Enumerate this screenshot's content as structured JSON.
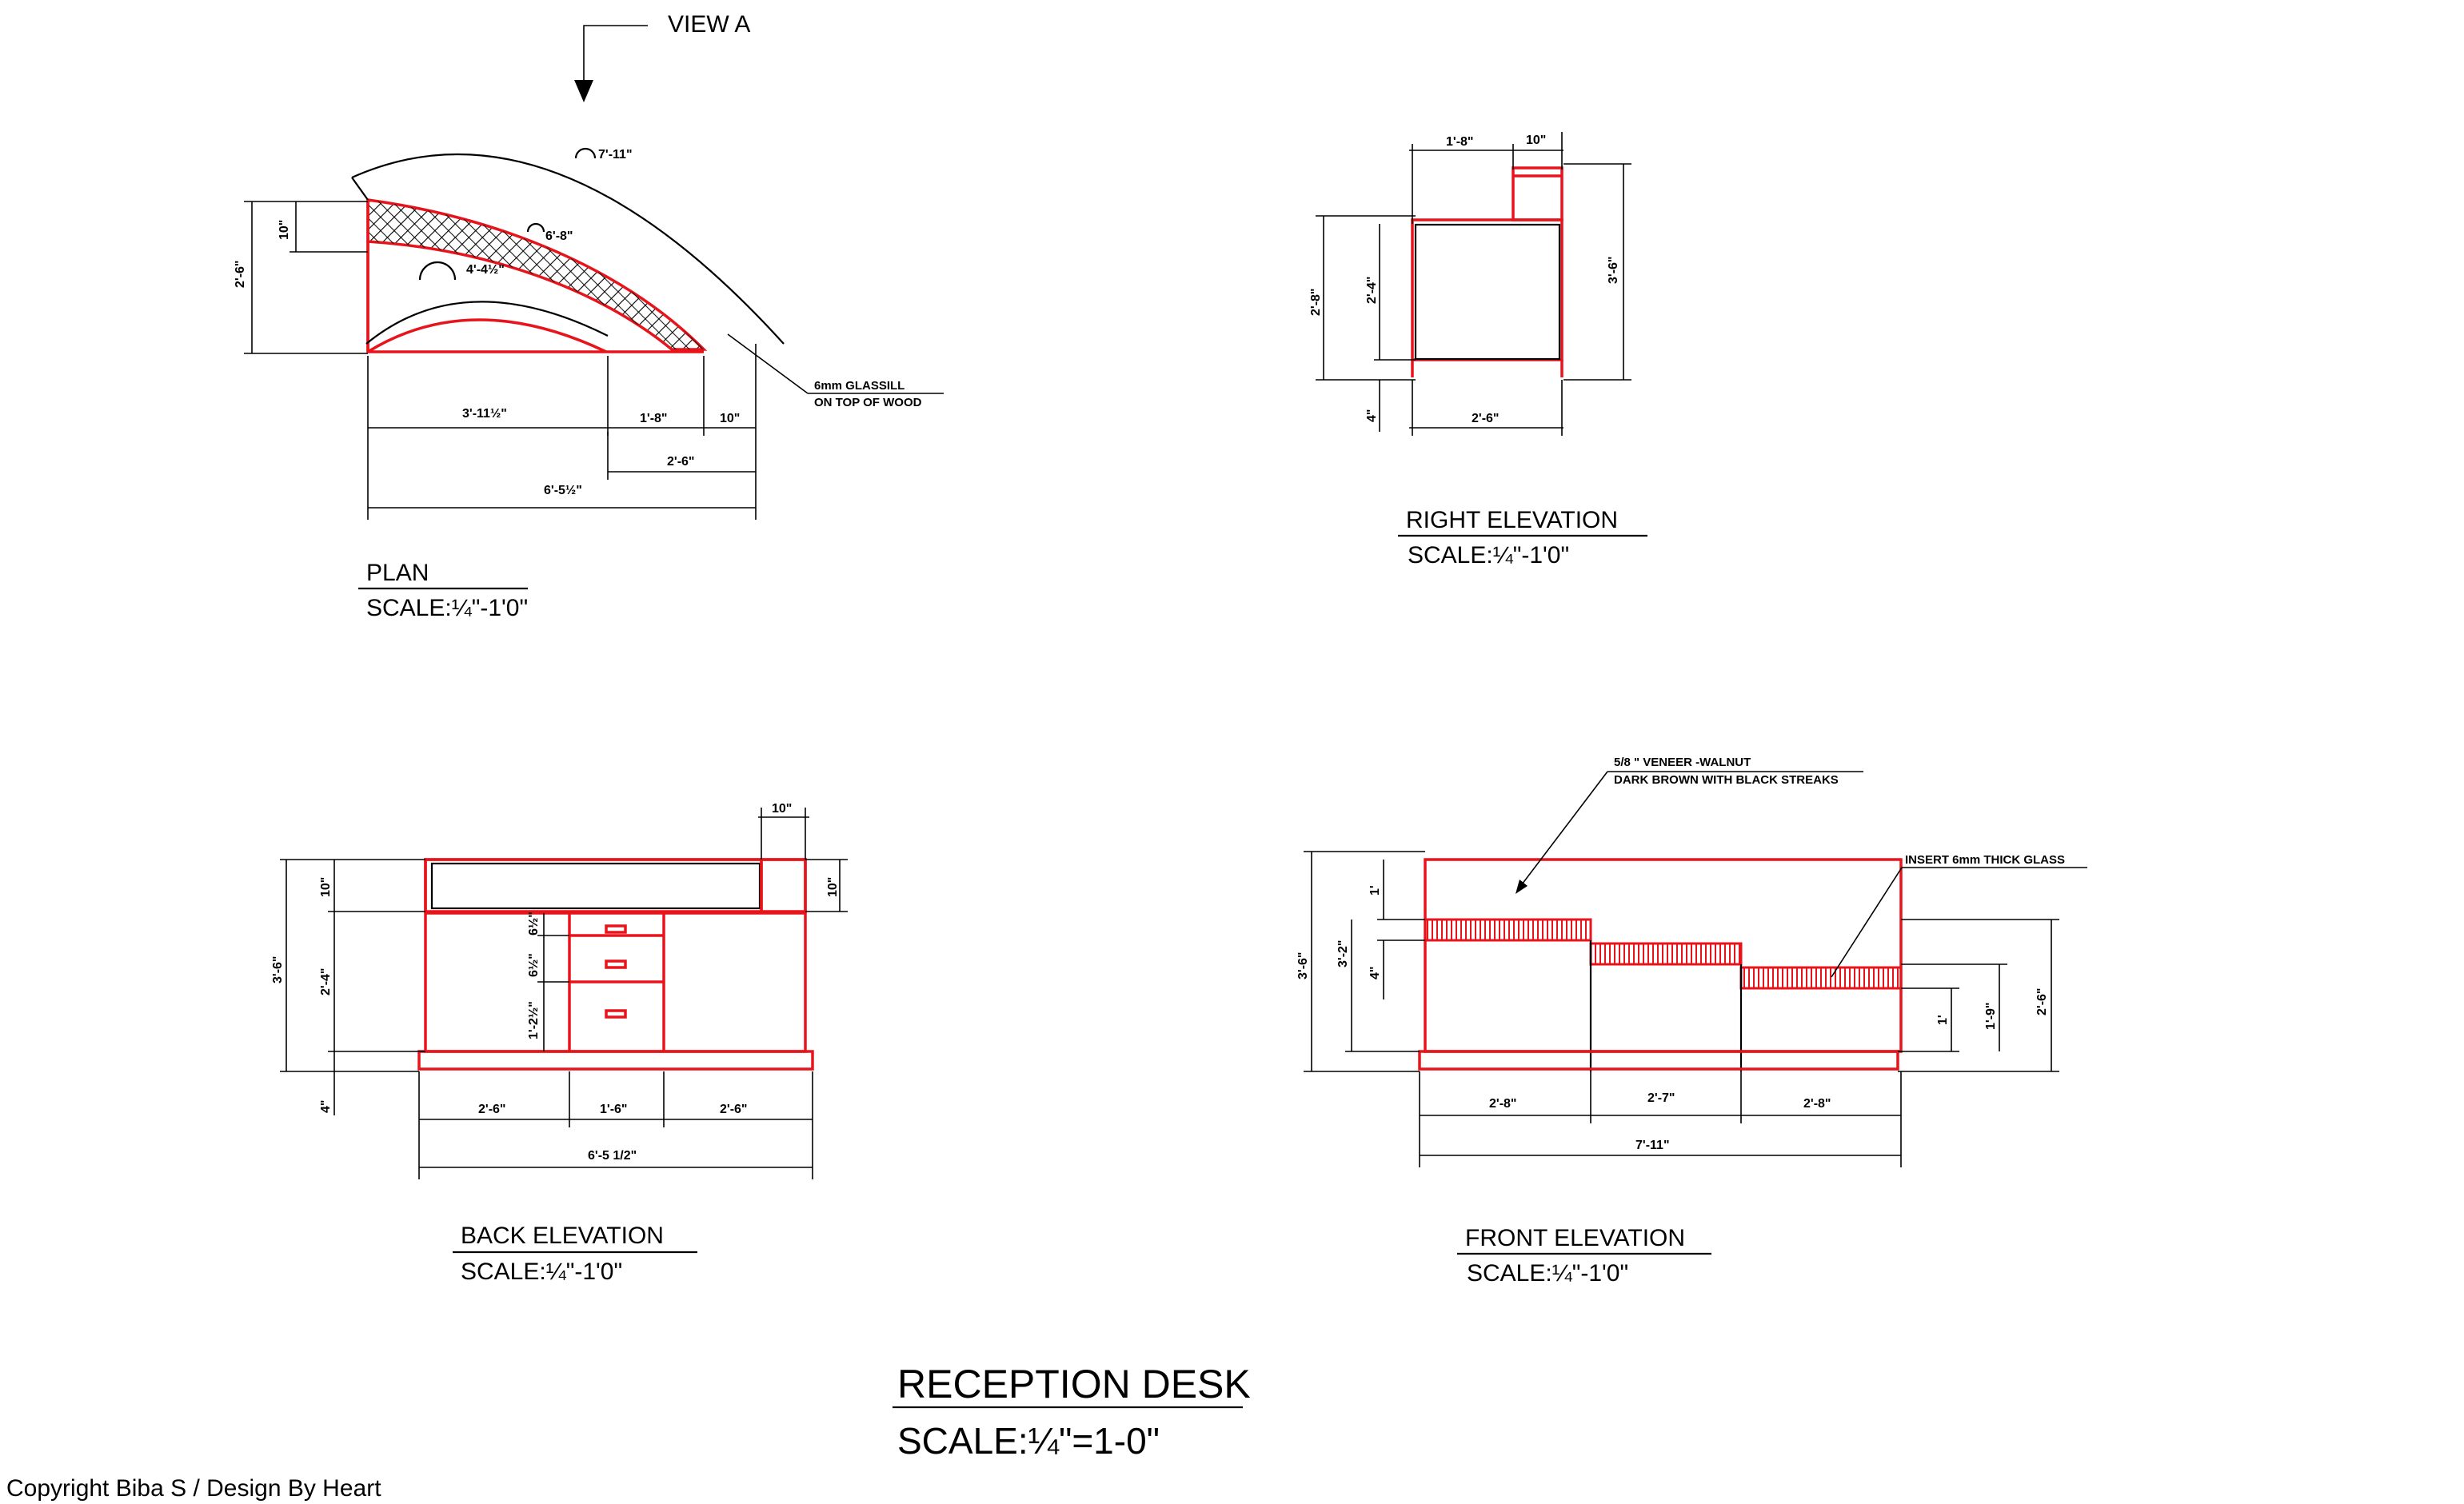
{
  "view_marker": "VIEW  A",
  "plan": {
    "title": "PLAN",
    "scale": "SCALE:¼\"-1'0\"",
    "dims": {
      "outer_arc": "7'-11\"",
      "mid_arc": "6'-8\"",
      "inner_arc": "4'-4½\"",
      "depth": "2'-6\"",
      "top_width": "10\"",
      "seg1": "3'-11½\"",
      "seg2": "1'-8\"",
      "seg3": "10\"",
      "sub": "2'-6\"",
      "overall": "6'-5½\""
    },
    "note_line1": "6mm GLASSILL",
    "note_line2": "ON  TOP OF WOOD"
  },
  "right_elevation": {
    "title": "RIGHT  ELEVATION",
    "scale": "SCALE:¼\"-1'0\"",
    "dims": {
      "top_left": "1'-8\"",
      "top_right": "10\"",
      "left_outer": "2'-8\"",
      "left_inner": "2'-4\"",
      "right": "3'-6\"",
      "base": "4\"",
      "bottom": "2'-6\""
    }
  },
  "back_elevation": {
    "title": "BACK  ELEVATION",
    "scale": "SCALE:¼\"-1'0\"",
    "dims": {
      "top": "10\"",
      "left_top": "10\"",
      "right_top": "10\"",
      "overall_h": "3'-6\"",
      "body_h": "2'-4\"",
      "drawer1": "6½\"",
      "drawer2": "6½\"",
      "drawer3": "1'-2½\"",
      "base": "4\"",
      "w1": "2'-6\"",
      "w2": "1'-6\"",
      "w3": "2'-6\"",
      "overall_w": "6'-5 1/2\""
    }
  },
  "front_elevation": {
    "title": "FRONT ELEVATION",
    "scale": "SCALE:¼\"-1'0\"",
    "note_veneer_1": "5/8 \" VENEER -WALNUT",
    "note_veneer_2": "DARK BROWN WITH BLACK STREAKS",
    "note_glass": "INSERT 6mm THICK GLASS",
    "dims": {
      "overall_h": "3'-6\"",
      "upper_h": "3'-2\"",
      "top_band": "1'",
      "band": "4\"",
      "right_1": "1'",
      "right_2": "1'-9\"",
      "right_3": "2'-6\"",
      "w1": "2'-8\"",
      "w2": "2'-7\"",
      "w3": "2'-8\"",
      "overall_w": "7'-11\""
    }
  },
  "sheet": {
    "title": "RECEPTION DESK",
    "scale": "SCALE:¼\"=1-0\""
  },
  "copyright": "Copyright Biba S / Design By Heart",
  "colors": {
    "outline": "#e8141b",
    "ink": "#000000"
  }
}
